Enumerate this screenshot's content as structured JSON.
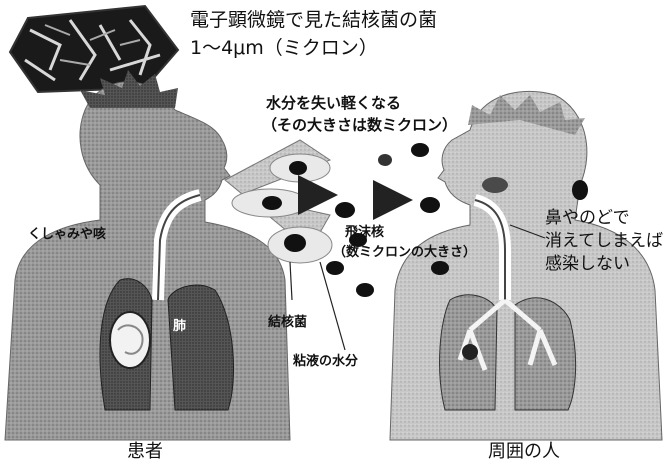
{
  "header": {
    "title": "電子顕微鏡で見た結核菌の菌",
    "size": "1〜4μm（ミクロン）"
  },
  "airborne": {
    "line1": "水分を失い軽くなる",
    "line2": "（その大きさは数ミクロン）"
  },
  "labels": {
    "sneeze": "くしゃみや咳",
    "droplet_nucleus_1": "飛沫核",
    "droplet_nucleus_2": "（数ミクロンの大きさ）",
    "bacteria": "結核菌",
    "mucus": "粘液の水分",
    "lung": "肺",
    "nose_throat_1": "鼻やのどで",
    "nose_throat_2": "消えてしまえば",
    "nose_throat_3": "感染しない"
  },
  "captions": {
    "patient": "患者",
    "others": "周囲の人"
  }
}
